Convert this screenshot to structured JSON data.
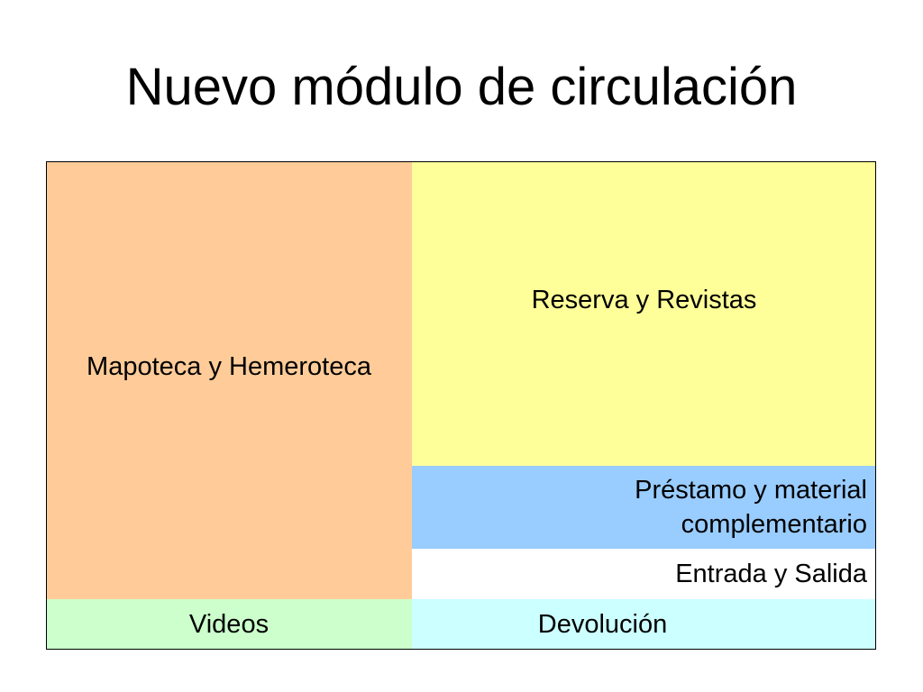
{
  "title": "Nuevo módulo de circulación",
  "areas": {
    "mapoteca": {
      "label": "Mapoteca y Hemeroteca",
      "color": "#ffcc99"
    },
    "reserva": {
      "label": "Reserva y Revistas",
      "color": "#ffff99"
    },
    "prestamo": {
      "label_line1": "Préstamo y material",
      "label_line2": "complementario",
      "color": "#99ccff"
    },
    "entrada": {
      "label": "Entrada y Salida",
      "color": "#ffffff"
    },
    "videos": {
      "label": "Videos",
      "color": "#ccffcc"
    },
    "devolucion": {
      "label": "Devolución",
      "color": "#ccffff"
    }
  }
}
